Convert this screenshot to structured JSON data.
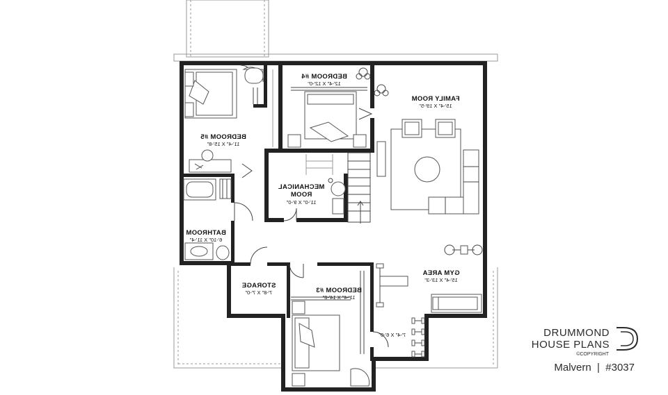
{
  "rooms": [
    {
      "key": "bedroom5",
      "name": "BEDROOM #5",
      "dims": "11'-4\" X 15'-8\""
    },
    {
      "key": "bedroom4",
      "name": "BEDROOM #4",
      "dims": "12'-4\" X 12'-0\""
    },
    {
      "key": "family",
      "name": "FAMILY ROOM",
      "dims": "15'-4\" X 19'-5\""
    },
    {
      "key": "mechanical",
      "name_line1": "MECHANICAL",
      "name_line2": "ROOM",
      "dims": "11'-0\" X 9'-0\""
    },
    {
      "key": "bathroom",
      "name": "BATHROOM",
      "dims": "6'-10\" X 11'-4\""
    },
    {
      "key": "storage",
      "name": "STORAGE",
      "dims": "7'-8\" X 7'-0\""
    },
    {
      "key": "bedroom3",
      "name": "BEDROOM #3",
      "dims": "11'-4\" X 14'-8\""
    },
    {
      "key": "gym",
      "name": "GYM AREA",
      "dims": "15'-4\" X 13'-3\""
    },
    {
      "key": "nook",
      "name": "",
      "dims": "7'-4\" X 6'-0\""
    }
  ],
  "branding": {
    "line1": "DRUMMOND",
    "line2": "HOUSE PLANS",
    "copyright": "©COPYRIGHT",
    "plan_label": "Malvern  |  #3037"
  }
}
